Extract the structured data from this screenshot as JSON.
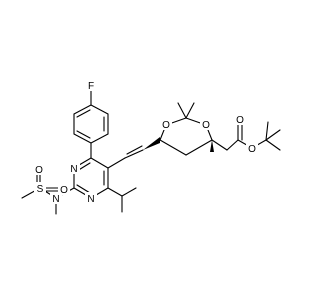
{
  "molecule": {
    "atoms": {
      "fluorine": "F",
      "oxygen_ring_top": "O",
      "oxygen_ring_left": "O",
      "oxygen_carbonyl": "O",
      "oxygen_ester": "O",
      "nitrogen_ring_top": "N",
      "nitrogen_ring_bottom": "N",
      "nitrogen_amine": "N",
      "sulfur": "S",
      "oxygen_sulfonyl_top": "O",
      "oxygen_sulfonyl_right": "O"
    }
  }
}
